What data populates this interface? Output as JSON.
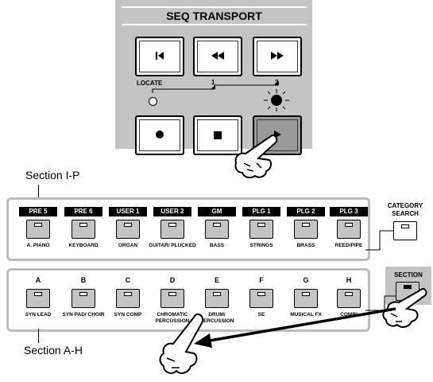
{
  "transport": {
    "title": "SEQ TRANSPORT",
    "locate_label": "LOCATE",
    "marker_1": "1",
    "marker_2": "2",
    "buttons": [
      {
        "name": "rewind-to-start",
        "icon": "skip-back-icon",
        "glyph": "⏮"
      },
      {
        "name": "rewind",
        "icon": "rewind-icon",
        "glyph": "◀◀"
      },
      {
        "name": "fast-forward",
        "icon": "fast-forward-icon",
        "glyph": "▶▶"
      },
      {
        "name": "record",
        "icon": "record-icon",
        "glyph": "●"
      },
      {
        "name": "stop",
        "icon": "stop-icon",
        "glyph": "■"
      },
      {
        "name": "play",
        "icon": "play-icon",
        "glyph": "▶"
      }
    ]
  },
  "section_ip": {
    "label": "Section I-P",
    "headers": [
      "PRE 5",
      "PRE 6",
      "USER 1",
      "USER 2",
      "GM",
      "PLG 1",
      "PLG 2",
      "PLG 3"
    ],
    "names": [
      "A. PIANO",
      "KEYBOARD",
      "ORGAN",
      "GUITAR/ PLUCKED",
      "BASS",
      "STRINGS",
      "BRASS",
      "REED/PIPE"
    ]
  },
  "section_ah": {
    "label": "Section  A-H",
    "headers": [
      "A",
      "B",
      "C",
      "D",
      "E",
      "F",
      "G",
      "H"
    ],
    "names": [
      "SYN LEAD",
      "SYN PAD/ CHOIR",
      "SYN COMP",
      "CHROMATIC PERCUSSION",
      "DRUM/ PERCUSSION",
      "SE",
      "MUSICAL FX",
      "COMBI"
    ]
  },
  "category_search": {
    "label_line1": "CATEGORY",
    "label_line2": "SEARCH"
  },
  "section_button": {
    "label": "SECTION"
  },
  "colors": {
    "panel_gray": "#c4c4c4",
    "border_gray": "#bdbdbd",
    "play_gray": "#9a9a9a"
  }
}
